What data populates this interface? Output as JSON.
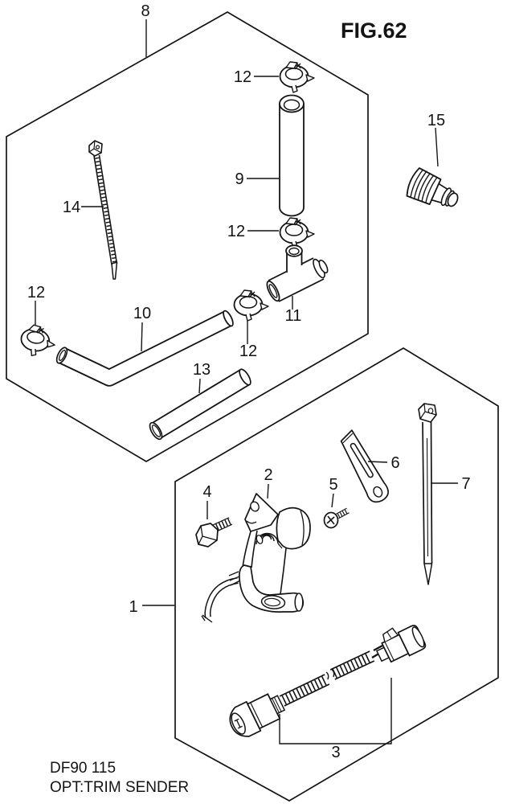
{
  "figure": {
    "title": "FIG.62"
  },
  "footer": {
    "model": "DF90 115",
    "option": "OPT:TRIM SENDER"
  },
  "callouts": {
    "n1": "1",
    "n2": "2",
    "n3": "3",
    "n4": "4",
    "n5": "5",
    "n6": "6",
    "n7": "7",
    "n8": "8",
    "n9": "9",
    "n10": "10",
    "n11": "11",
    "n12": "12",
    "n13": "13",
    "n14": "14",
    "n15": "15"
  },
  "colors": {
    "line": "#141414",
    "background": "#ffffff"
  }
}
